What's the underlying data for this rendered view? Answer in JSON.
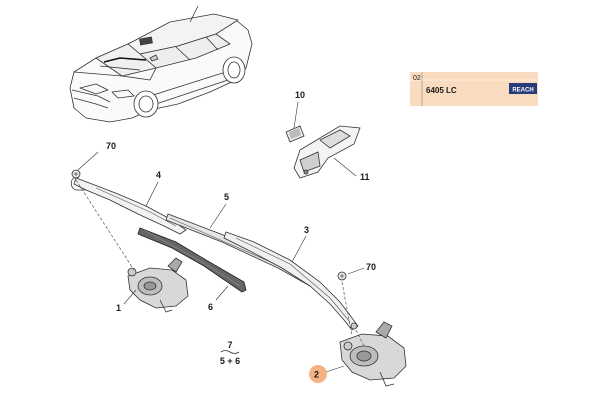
{
  "parts": [
    {
      "id": "p1",
      "number": "1"
    },
    {
      "id": "p2",
      "number": "2"
    },
    {
      "id": "p3",
      "number": "3"
    },
    {
      "id": "p4",
      "number": "4"
    },
    {
      "id": "p5",
      "number": "5"
    },
    {
      "id": "p6",
      "number": "6"
    },
    {
      "id": "p7",
      "number": "7"
    },
    {
      "id": "p10",
      "number": "10"
    },
    {
      "id": "p11",
      "number": "11"
    },
    {
      "id": "p70a",
      "number": "70"
    },
    {
      "id": "p70b",
      "number": "70"
    }
  ],
  "kit_formula": "5 + 6",
  "info_panel": {
    "code": "02",
    "reference": "6405 LC",
    "badge": "REACH"
  },
  "colors": {
    "panel_fill": "#f9dcc0",
    "badge_fill": "#273a7a",
    "badge_text": "#ffffff",
    "highlight": "#f6b183",
    "line": "#333333"
  }
}
